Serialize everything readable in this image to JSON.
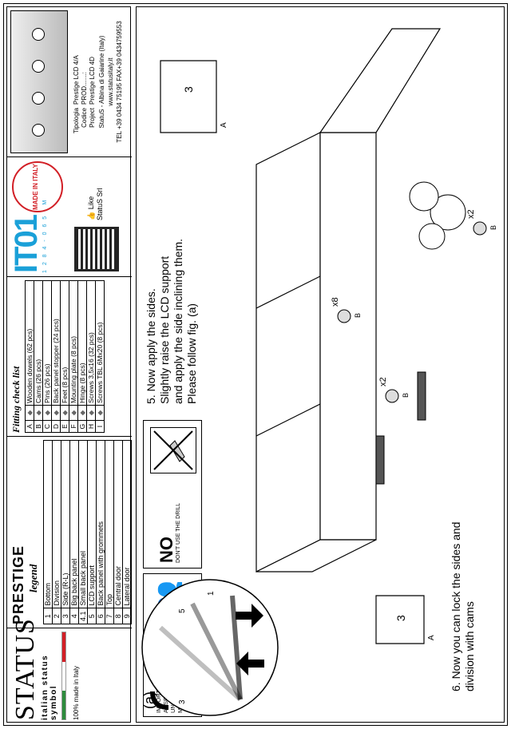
{
  "brand": {
    "logo": "STATUS",
    "tagline": "italian status symbol",
    "made_in": "100% made in Italy"
  },
  "legend": {
    "product": "PRESTIGE",
    "title": "legend",
    "parts": [
      {
        "n": "1",
        "name": "Bottom"
      },
      {
        "n": "2",
        "name": "Division"
      },
      {
        "n": "3",
        "name": "Side (R-L)"
      },
      {
        "n": "4",
        "name": "Big back panel"
      },
      {
        "n": "4.1",
        "name": "Small back panel"
      },
      {
        "n": "5",
        "name": "LCD support"
      },
      {
        "n": "6",
        "name": "Back panel with grommets"
      },
      {
        "n": "7",
        "name": "Top"
      },
      {
        "n": "8",
        "name": "Central door"
      },
      {
        "n": "9",
        "name": "Lateral door"
      }
    ]
  },
  "fitting": {
    "title": "Fitting check list",
    "items": [
      {
        "n": "A",
        "name": "Wooden dowels (62 pcs)"
      },
      {
        "n": "B",
        "name": "Cams (26 pcs)"
      },
      {
        "n": "C",
        "name": "Pins (26 pcs)"
      },
      {
        "n": "D",
        "name": "Back panel stopper (24 pcs)"
      },
      {
        "n": "E",
        "name": "Feet (8 pcs)"
      },
      {
        "n": "F",
        "name": "Mounting plate (8 pcs)"
      },
      {
        "n": "G",
        "name": "Hinge (8 pcs)"
      },
      {
        "n": "H",
        "name": "Screws 3,5x16 (32 pcs)"
      },
      {
        "n": "I",
        "name": "Screws TBL 6Mx20 (8 pcs)"
      }
    ]
  },
  "certs": {
    "it01": "IT01",
    "cert_number": "1 2 8 4 - 0 6 5 - M",
    "stamp": "MADE IN ITALY",
    "like": "Like",
    "like_sub": "StatuS Srl"
  },
  "info": {
    "meta": [
      {
        "k": "Tipologia",
        "v": "Prestige LCD 4/A"
      },
      {
        "k": "Codice",
        "v": "PROD.......:"
      },
      {
        "k": "Project",
        "v": "Prestige LCD 4D"
      }
    ],
    "address": "StatuS - Albina di Gaiarine (Italy)",
    "website": "www.statusitaly.it",
    "contact": "TEL +39 0434 75195  FAX+39 0434759553"
  },
  "warnings": {
    "important": "IMPORTANT\nASSEMBLING THIS\nUNIT NEEDS\nMINIMUM 2 PEOPLE",
    "no": "NO",
    "no_sub": "DON'T USE THE DRILL"
  },
  "steps": {
    "step5": "5. Now apply the sides.\nSlightly raise the LCD support\nand apply the side inclining them.\nPlease follow fig. (a)",
    "step6": "6. Now you can lock the sides and\ndivision with cams",
    "fig_a": "(a)"
  },
  "callouts": {
    "x2": "x2",
    "x8": "x8",
    "b": "B",
    "a": "A",
    "side": "3",
    "n1": "1",
    "n3": "3",
    "n5": "5"
  }
}
